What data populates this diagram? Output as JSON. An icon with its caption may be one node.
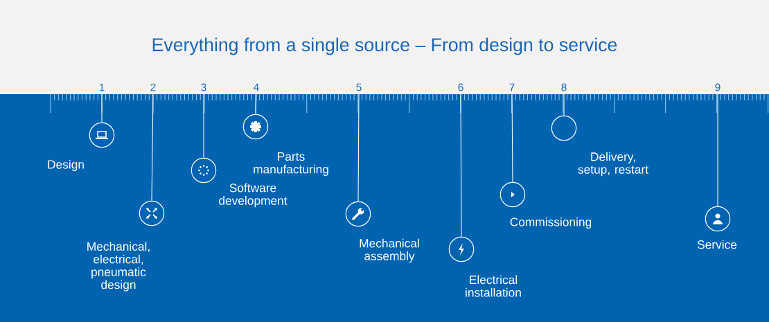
{
  "diagram": {
    "title": "Everything from a single source – From design to service",
    "nodes": [
      {
        "text": [
          "1"
        ]
      },
      {
        "text": [
          "2"
        ]
      },
      {
        "text": [
          "3"
        ]
      },
      {
        "text": [
          "4"
        ]
      },
      {
        "text": [
          "5"
        ]
      },
      {
        "text": [
          "6"
        ]
      },
      {
        "text": [
          "7"
        ]
      },
      {
        "text": [
          "8"
        ]
      },
      {
        "text": [
          "9"
        ]
      },
      {
        "text": [],
        "shape": "circle",
        "beside": [
          "Design"
        ]
      },
      {
        "text": [],
        "shape": "circle",
        "beside": [
          "Mechanical, electrical, pneumatic design"
        ]
      },
      {
        "text": [],
        "shape": "circle",
        "beside": [
          "Software development"
        ]
      },
      {
        "text": [],
        "shape": "circle",
        "beside": [
          "Parts manufacturing"
        ]
      },
      {
        "text": [],
        "shape": "circle",
        "beside": [
          "Mechanical assembly"
        ]
      },
      {
        "text": [],
        "shape": "circle",
        "beside": [
          "Electrical installation"
        ]
      },
      {
        "text": [],
        "shape": "circle",
        "beside": [
          "Commissioning"
        ]
      },
      {
        "text": [],
        "shape": "circle",
        "beside": [
          "Delivery, setup, restart"
        ]
      },
      {
        "text": [],
        "shape": "circle",
        "beside": [
          "Service"
        ]
      }
    ],
    "edges": [
      {
        "from": 0,
        "to": 9,
        "arrow": "none"
      },
      {
        "from": 1,
        "to": 10,
        "arrow": "none"
      },
      {
        "from": 2,
        "to": 11,
        "arrow": "none"
      },
      {
        "from": 3,
        "to": 12,
        "arrow": "none"
      },
      {
        "from": 4,
        "to": 13,
        "arrow": "none"
      },
      {
        "from": 5,
        "to": 14,
        "arrow": "none"
      },
      {
        "from": 6,
        "to": 15,
        "arrow": "none"
      },
      {
        "from": 7,
        "to": 16,
        "arrow": "none"
      },
      {
        "from": 8,
        "to": 17,
        "arrow": "none"
      }
    ]
  }
}
